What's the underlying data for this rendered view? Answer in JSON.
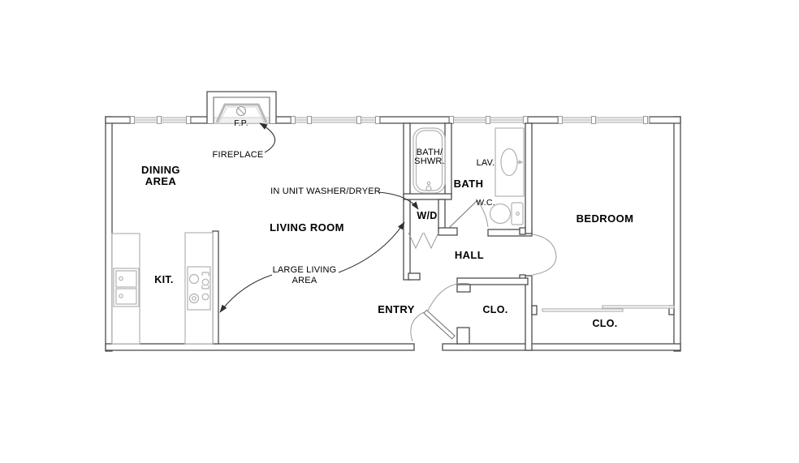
{
  "plan": {
    "rooms": {
      "dining": {
        "line1": "DINING",
        "line2": "AREA"
      },
      "kitchen": {
        "label": "KIT."
      },
      "living": {
        "label": "LIVING ROOM"
      },
      "entry": {
        "label": "ENTRY"
      },
      "hall": {
        "label": "HALL"
      },
      "bath": {
        "label": "BATH"
      },
      "bedroom": {
        "label": "BEDROOM"
      },
      "hall_closet": {
        "label": "CLO."
      },
      "bedroom_closet": {
        "label": "CLO."
      }
    },
    "fixtures": {
      "fireplace": {
        "label": "F.P."
      },
      "tub_shower": {
        "line1": "BATH/",
        "line2": "SHWR."
      },
      "lavatory": {
        "label": "LAV."
      },
      "water_closet": {
        "label": "W.C."
      },
      "washer_dryer": {
        "label": "W/D"
      }
    },
    "annotations": {
      "fireplace": {
        "text": "FIREPLACE"
      },
      "washer_dryer": {
        "text": "IN UNIT WASHER/DRYER"
      },
      "large_living": {
        "line1": "LARGE LIVING",
        "line2": "AREA"
      }
    },
    "colors": {
      "background": "#ffffff",
      "wall_line": "#4d4d4d",
      "fixture_line": "#b2b2b2",
      "door_line": "#9a9a9a",
      "leader_line": "#2e2e2e",
      "label_text": "#000000"
    }
  }
}
